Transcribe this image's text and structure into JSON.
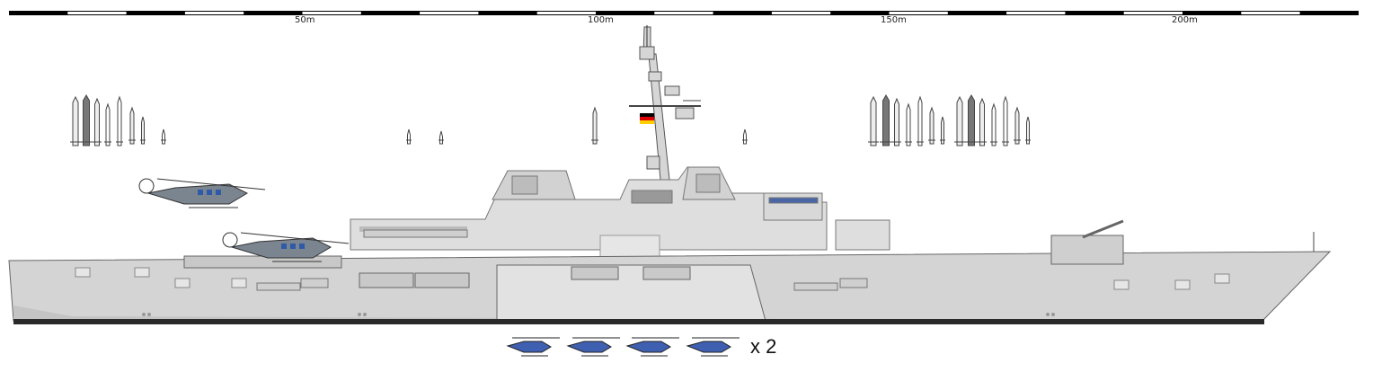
{
  "scale": {
    "labels": [
      "50m",
      "100m",
      "150m",
      "200m"
    ]
  },
  "ship": {
    "flag": "germany-flag",
    "hull_color": "#d4d4d4",
    "superstructure_color": "#dedede",
    "waterline_color": "#2a2a2a"
  },
  "helicopters": {
    "deck_count": 2,
    "drone_count": 4
  },
  "drone_multiplier": "x 2",
  "icons": {
    "missiles_left": "missile-icon",
    "missiles_right": "missile-icon",
    "helicopter": "helicopter-icon",
    "drone": "drone-helicopter-icon"
  }
}
